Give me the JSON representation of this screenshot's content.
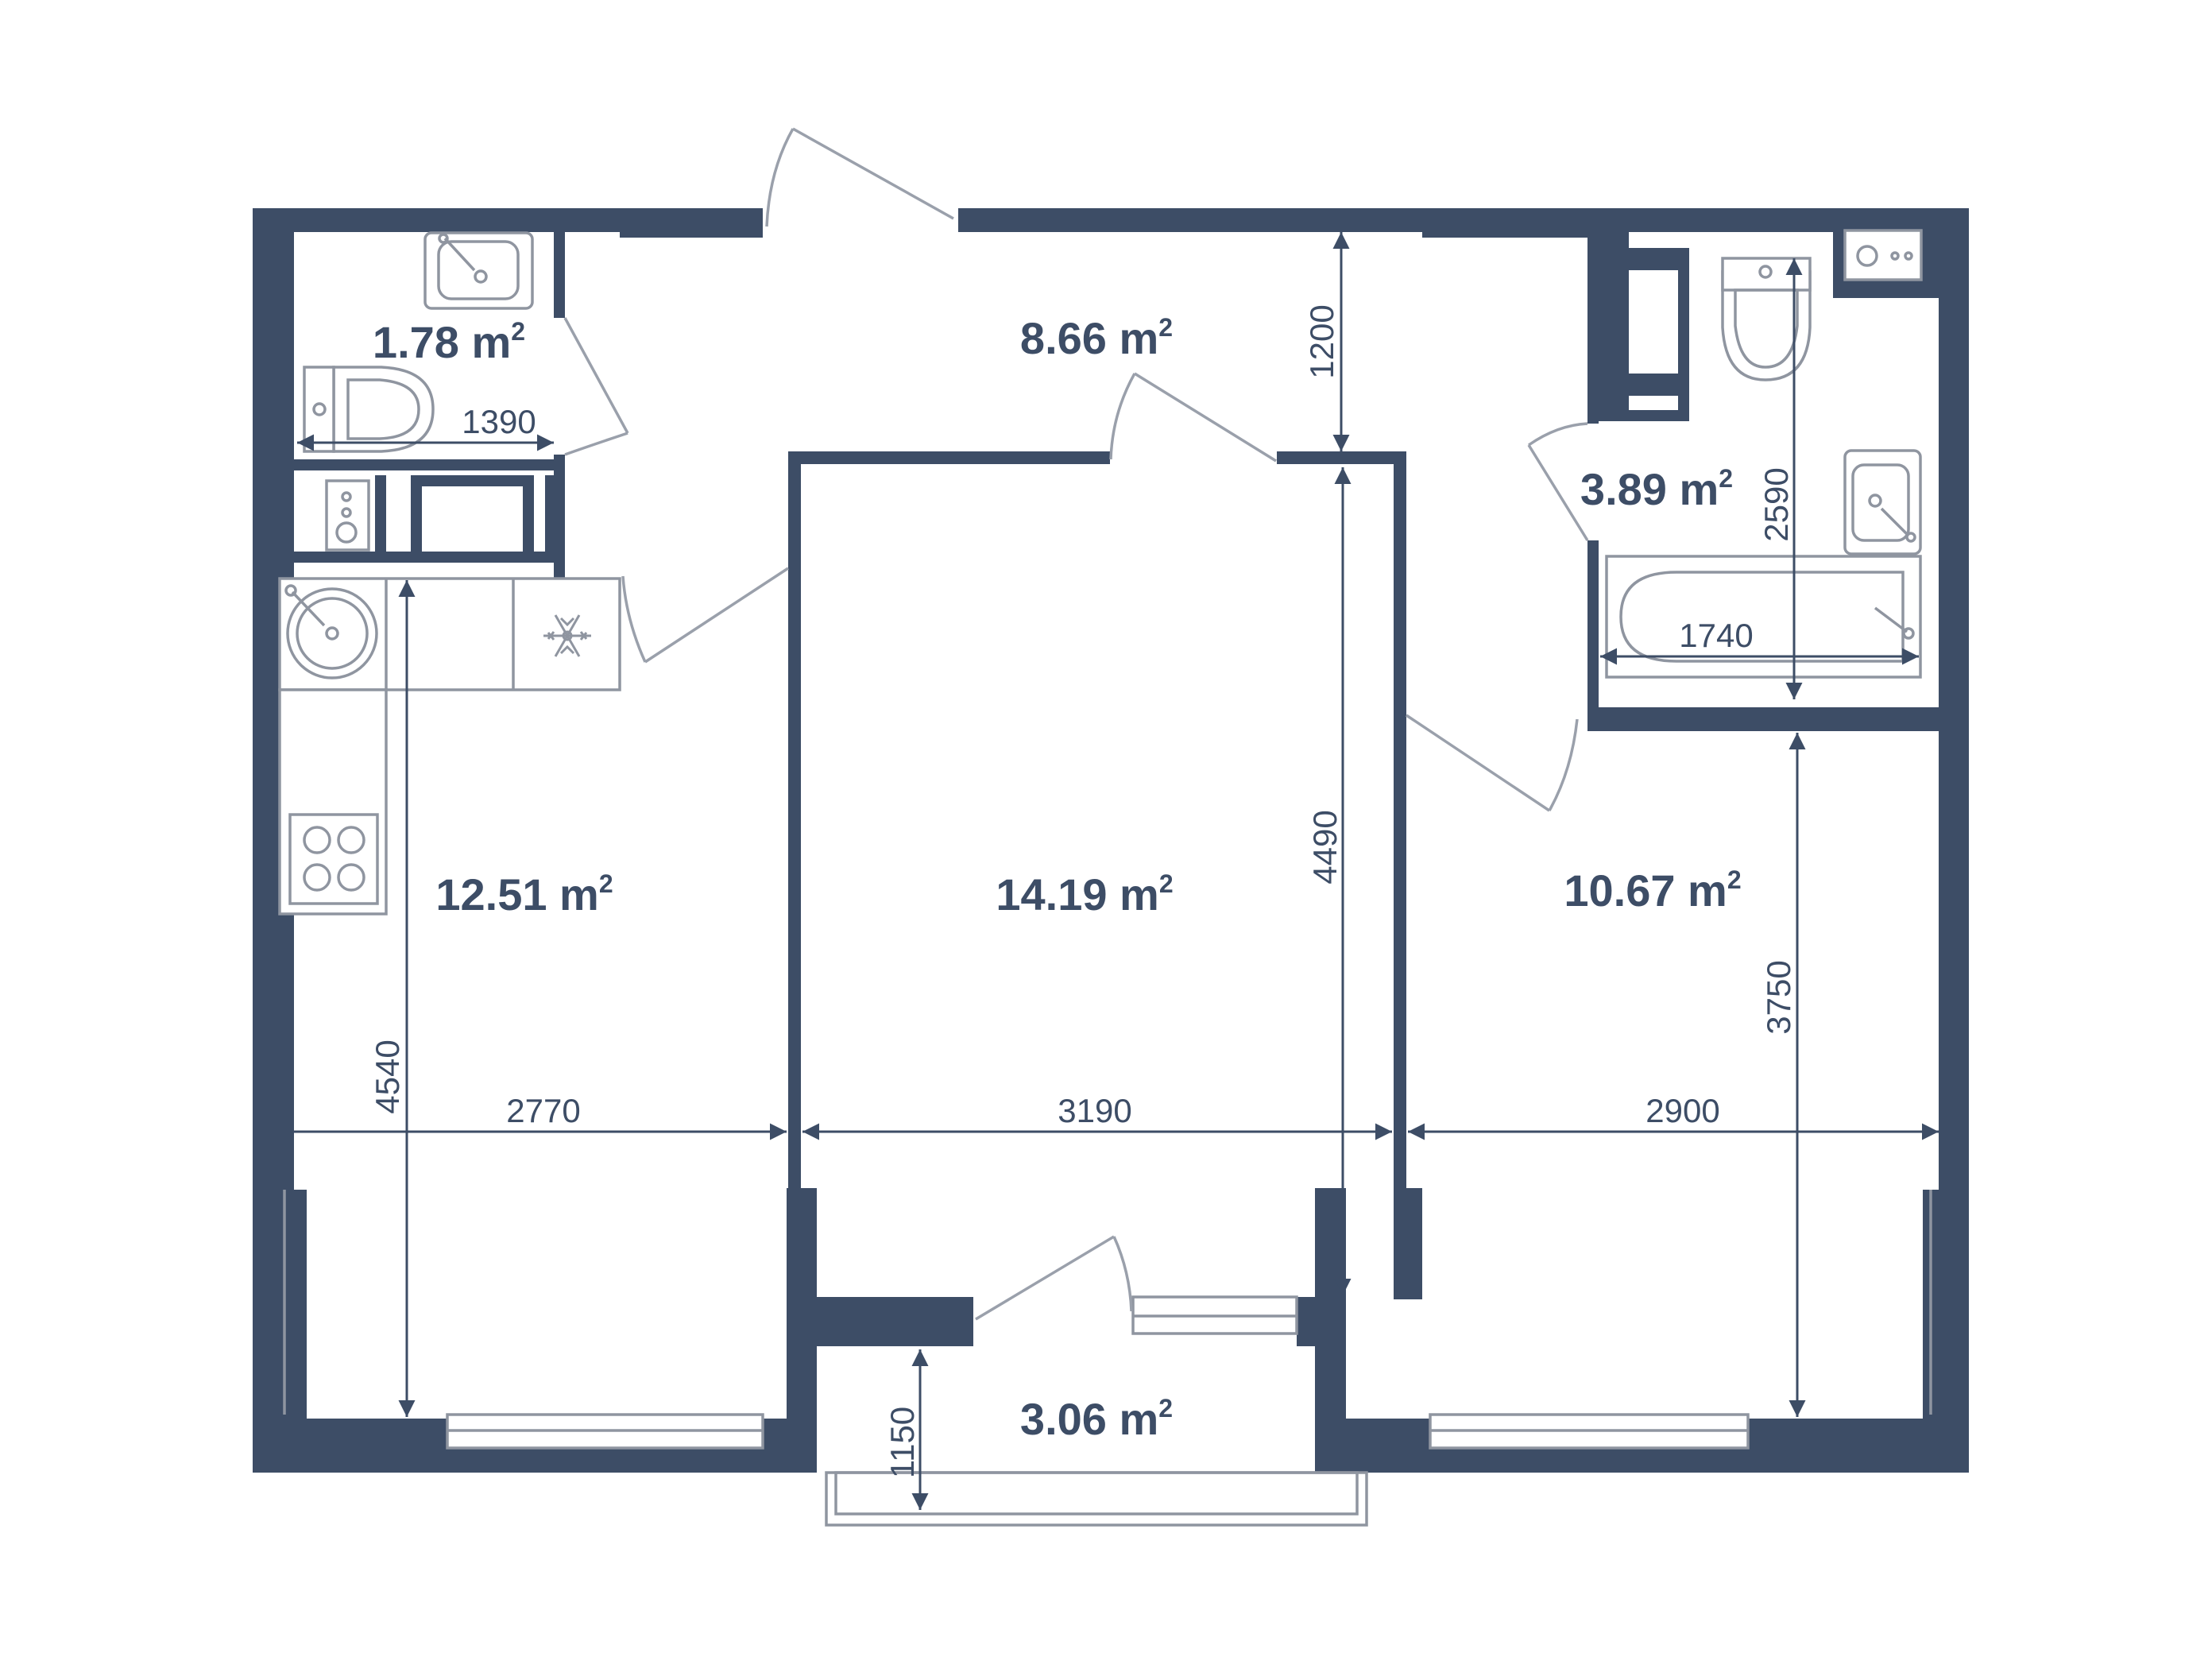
{
  "plan": {
    "areas": [
      {
        "id": "wc",
        "value": "1.78",
        "unit": "m",
        "sup": "2"
      },
      {
        "id": "hall",
        "value": "8.66",
        "unit": "m",
        "sup": "2"
      },
      {
        "id": "bath",
        "value": "3.89",
        "unit": "m",
        "sup": "2"
      },
      {
        "id": "kitchen",
        "value": "12.51",
        "unit": "m",
        "sup": "2"
      },
      {
        "id": "living",
        "value": "14.19",
        "unit": "m",
        "sup": "2"
      },
      {
        "id": "bedroom",
        "value": "10.67",
        "unit": "m",
        "sup": "2"
      },
      {
        "id": "balcony",
        "value": "3.06",
        "unit": "m",
        "sup": "2"
      }
    ],
    "dimensions": {
      "wc_width": "1390",
      "hall_depth": "1200",
      "bath_depth": "2590",
      "bath_width": "1740",
      "kitchen_depth": "4540",
      "kitchen_width": "2770",
      "living_depth": "4490",
      "living_width": "3190",
      "bedroom_depth": "3750",
      "bedroom_width": "2900",
      "balcony_depth": "1150"
    },
    "colors": {
      "wall": "#3d4d66",
      "fixture": "#8f95a0",
      "door": "#9aa0ab"
    },
    "icons": [
      "snowflake-icon"
    ]
  }
}
